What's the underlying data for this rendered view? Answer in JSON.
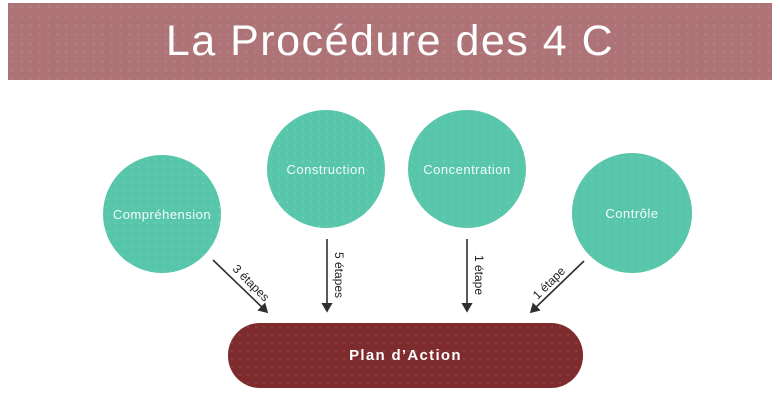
{
  "title": "La Procédure des 4 C",
  "colors": {
    "header_bg": "#ad7377",
    "circle_bg": "#58c6ab",
    "action_bg": "#7e2b2e",
    "arrow": "#2f2f2f",
    "text_on_shapes": "#ffffff",
    "arrow_label_text": "#222222",
    "background": "#ffffff"
  },
  "circles": [
    {
      "label": "Compréhension"
    },
    {
      "label": "Construction"
    },
    {
      "label": "Concentration"
    },
    {
      "label": "Contrôle"
    }
  ],
  "arrows": [
    {
      "label": "3 étapes"
    },
    {
      "label": "5 étapes"
    },
    {
      "label": "1 étape"
    },
    {
      "label": "1 étape"
    }
  ],
  "action": {
    "label": "Plan d’Action"
  }
}
